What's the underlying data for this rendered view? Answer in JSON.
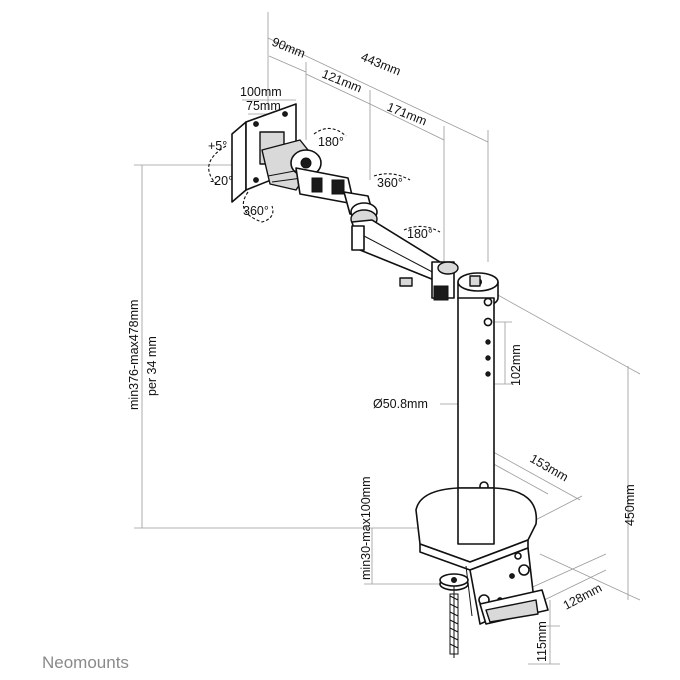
{
  "brand": "Neomounts",
  "dimensions": {
    "total_reach": "443mm",
    "vesa_offset": "90mm",
    "vesa_100": "100mm",
    "vesa_75": "75mm",
    "arm_segment_1": "121mm",
    "arm_segment_2": "171mm",
    "pole_holes": "102mm",
    "pole_diameter": "Ø50.8mm",
    "clamp_depth": "153mm",
    "total_height": "450mm",
    "base_width": "128mm",
    "clamp_opening": "115mm",
    "desk_thickness": "min30-max100mm",
    "height_range": "min376-max478mm",
    "height_step": "per 34 mm"
  },
  "rotations": {
    "tilt_up": "+5°",
    "tilt_down": "-20°",
    "rotate_head": "360°",
    "swivel_1": "180°",
    "swivel_2": "360°",
    "swivel_3": "180°"
  }
}
